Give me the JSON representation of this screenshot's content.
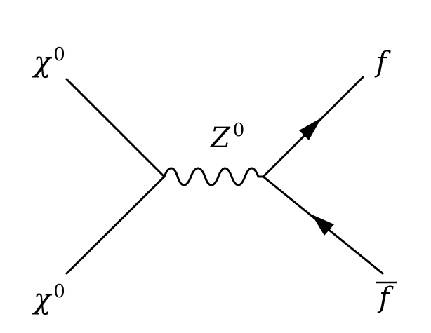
{
  "diagram": {
    "labels": {
      "chi_top": {
        "base": "χ",
        "sup": "0"
      },
      "chi_bottom": {
        "base": "χ",
        "sup": "0"
      },
      "z_boson": {
        "base": "Z",
        "sup": "0"
      },
      "fermion": {
        "base": "f",
        "sup": ""
      },
      "antifermion": {
        "base": "f",
        "sup": ""
      }
    },
    "colors": {
      "stroke": "#000000",
      "background": "#ffffff"
    }
  }
}
